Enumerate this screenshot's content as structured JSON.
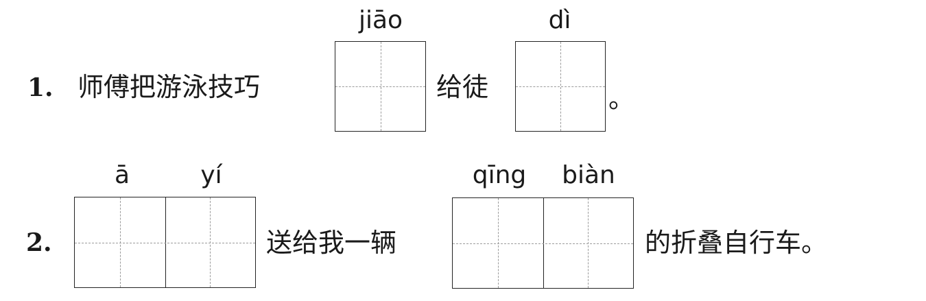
{
  "items": [
    {
      "number": "1.",
      "parts": [
        "师傅把游泳技巧",
        "给徒",
        "。"
      ],
      "blanks": [
        {
          "pinyin": "jiāo"
        },
        {
          "pinyin": "dì"
        }
      ]
    },
    {
      "number": "2.",
      "parts": [
        "送给我一辆",
        "的折叠自行车。"
      ],
      "blanks": [
        {
          "pinyin": [
            "ā",
            "yí"
          ]
        },
        {
          "pinyin": [
            "qīng",
            "biàn"
          ]
        }
      ]
    }
  ]
}
